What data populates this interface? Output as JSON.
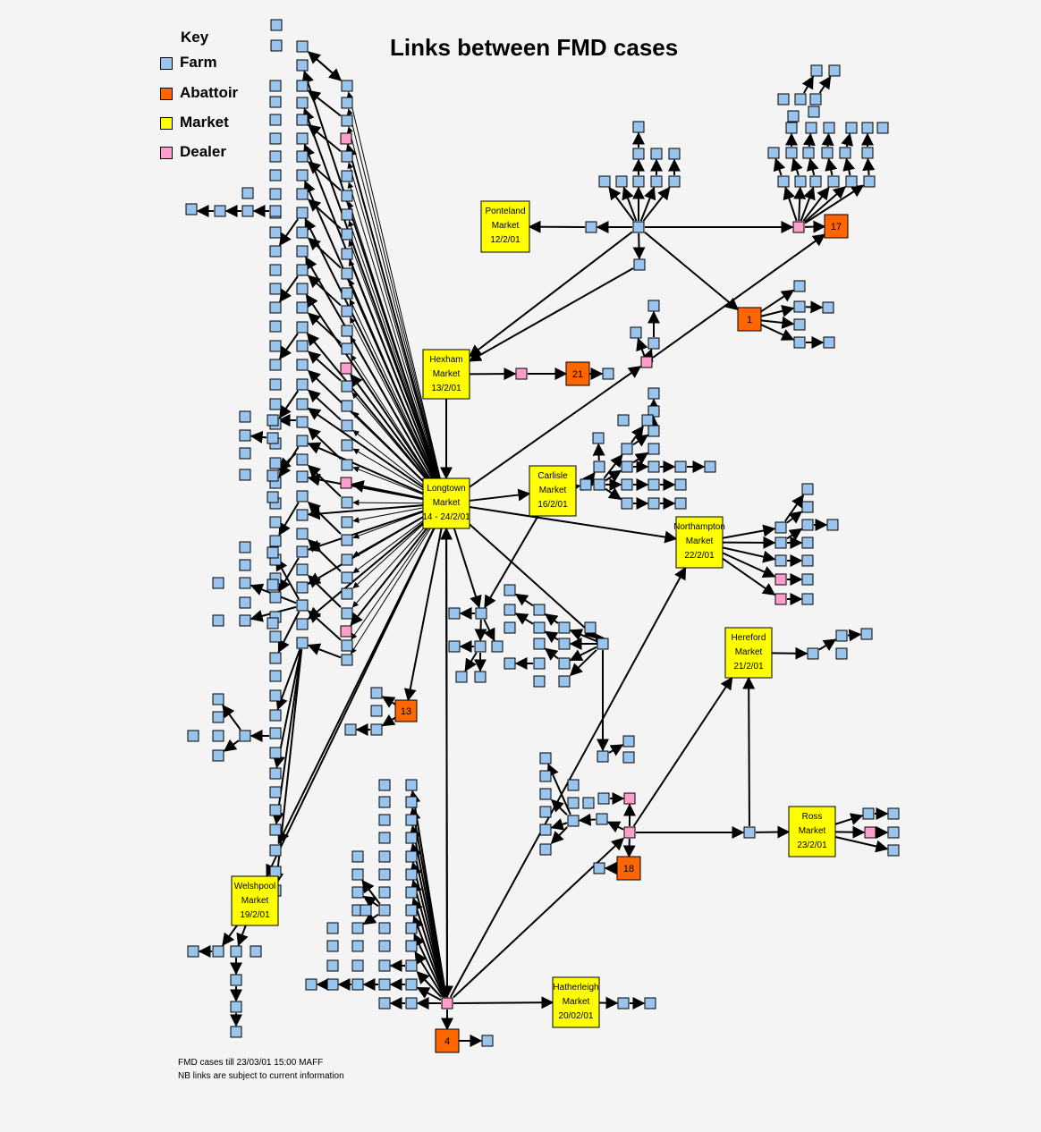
{
  "title": "Links between FMD cases",
  "key": {
    "heading": "Key",
    "items": [
      {
        "label": "Farm",
        "color": "#99c4ee"
      },
      {
        "label": "Abattoir",
        "color": "#ff6600"
      },
      {
        "label": "Market",
        "color": "#ffff00"
      },
      {
        "label": "Dealer",
        "color": "#ff9ecb"
      }
    ]
  },
  "markets": [
    {
      "id": "ponteland",
      "lines": [
        "Ponteland",
        "Market",
        "12/2/01"
      ]
    },
    {
      "id": "hexham",
      "lines": [
        "Hexham",
        "Market",
        "13/2/01"
      ]
    },
    {
      "id": "longtown",
      "lines": [
        "Longtown",
        "Market",
        "14 - 24/2/01"
      ]
    },
    {
      "id": "carlisle",
      "lines": [
        "Carlisle",
        "Market",
        "16/2/01"
      ]
    },
    {
      "id": "northampton",
      "lines": [
        "Northampton",
        "Market",
        "22/2/01"
      ]
    },
    {
      "id": "hereford",
      "lines": [
        "Hereford",
        "Market",
        "21/2/01"
      ]
    },
    {
      "id": "ross",
      "lines": [
        "Ross",
        "Market",
        "23/2/01"
      ]
    },
    {
      "id": "welshpool",
      "lines": [
        "Welshpool",
        "Market",
        "19/2/01"
      ]
    },
    {
      "id": "hatherleigh",
      "lines": [
        "Hatherleigh",
        "Market",
        "20/02/01"
      ]
    }
  ],
  "abattoirs": [
    {
      "id": "a17",
      "label": "17"
    },
    {
      "id": "a1",
      "label": "1"
    },
    {
      "id": "a21",
      "label": "21"
    },
    {
      "id": "a13",
      "label": "13"
    },
    {
      "id": "a18",
      "label": "18"
    },
    {
      "id": "a4",
      "label": "4"
    }
  ],
  "footnote": {
    "line1": "FMD cases till 23/03/01 15:00 MAFF",
    "line2": "NB links are subject to current information"
  },
  "colors": {
    "farm": "#99c4ee",
    "abattoir": "#ff6600",
    "market": "#ffff00",
    "dealer": "#ff9ecb",
    "edge": "#000000",
    "background": "#f4f4f4"
  }
}
